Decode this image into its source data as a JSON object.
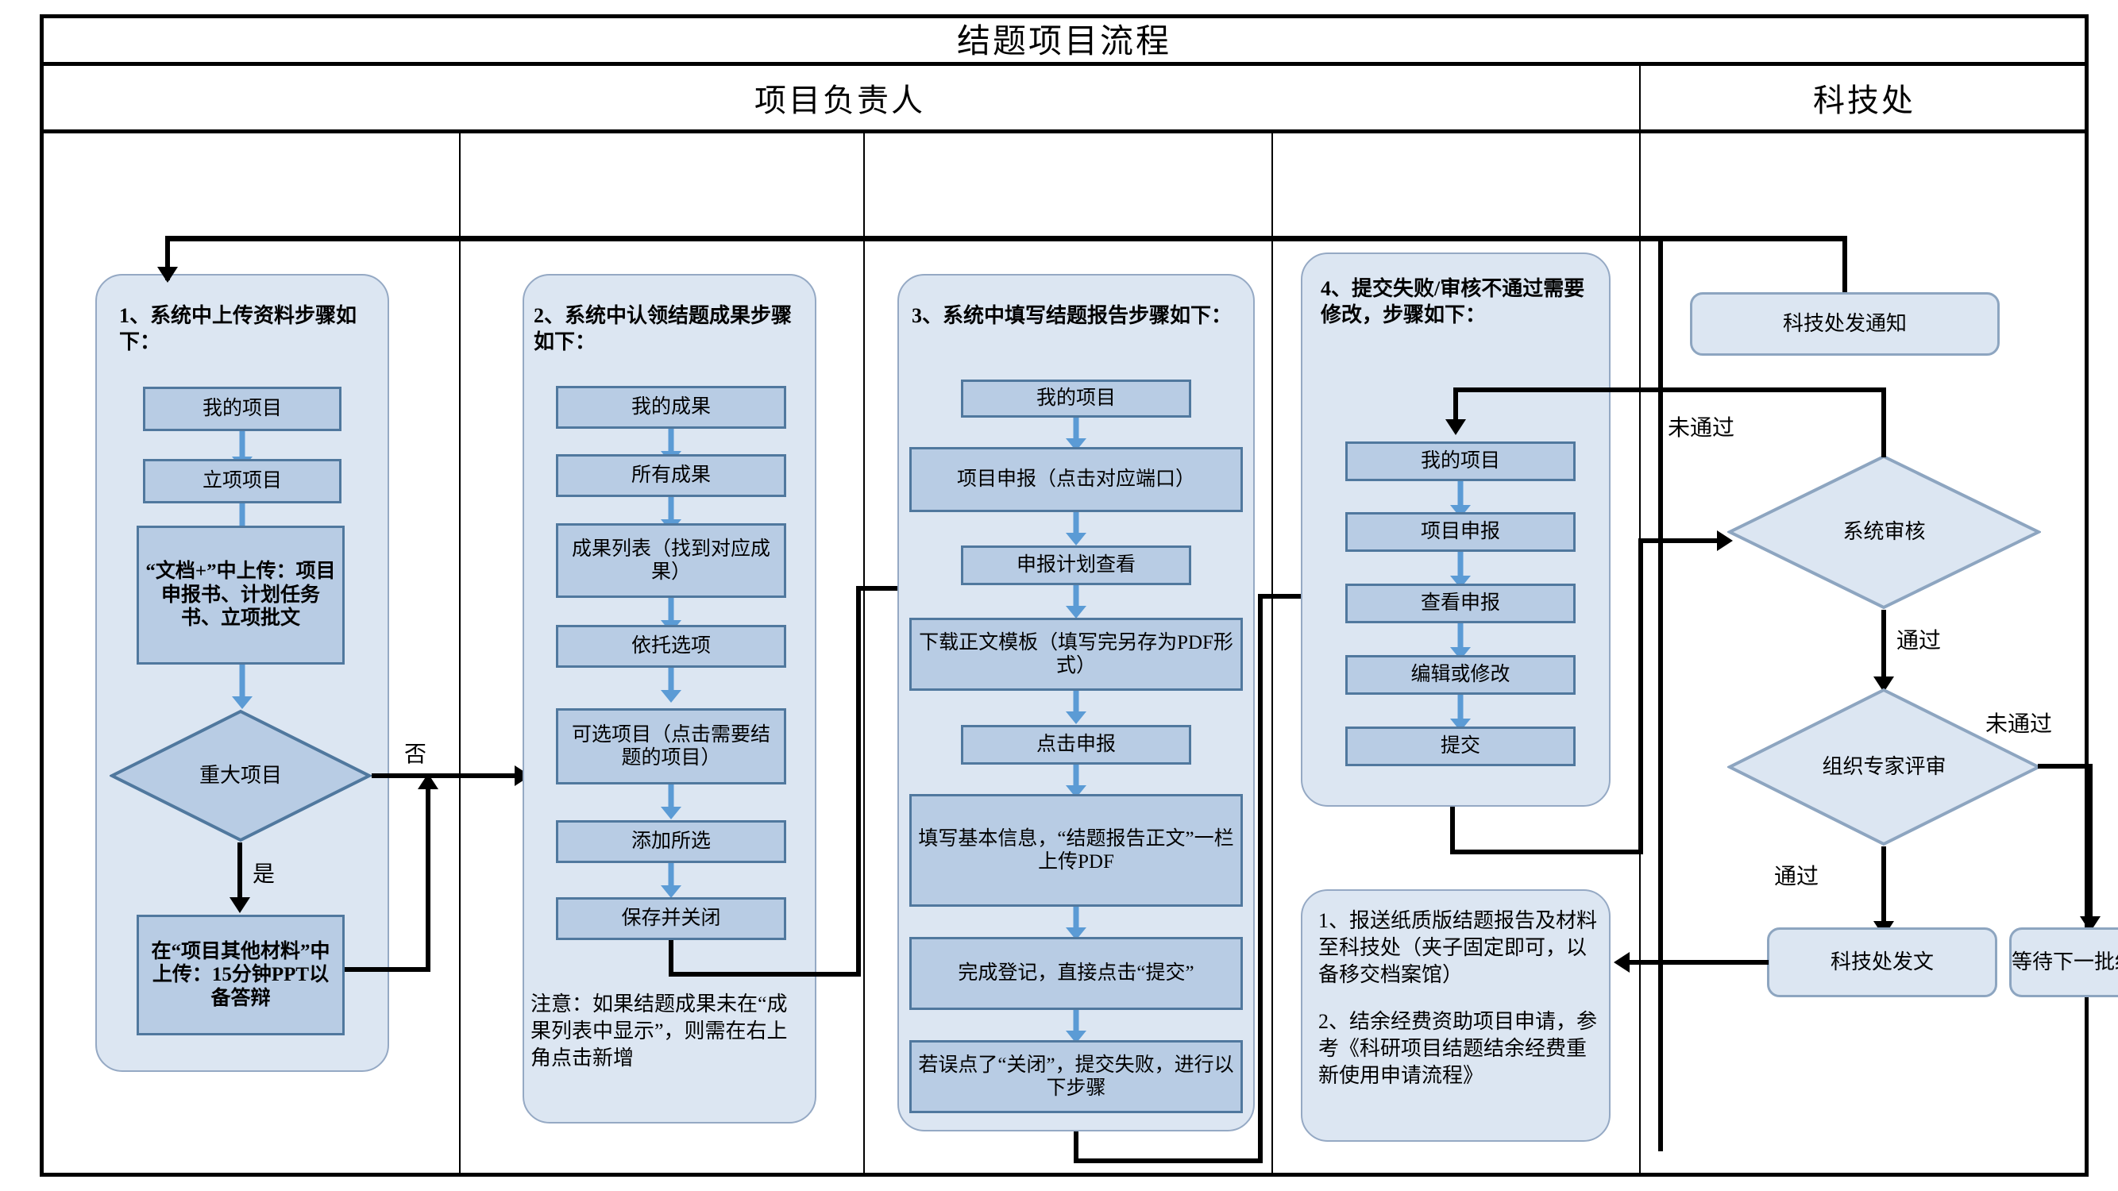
{
  "title": "结题项目流程",
  "lanes": [
    {
      "name": "项目负责人"
    },
    {
      "name": "科技处"
    }
  ],
  "columns": [
    {
      "id": "col1",
      "heading": "1、系统中上传资料步骤如下：",
      "steps": [
        {
          "label": "我的项目"
        },
        {
          "label": "立项项目"
        },
        {
          "label": "“文档+”中上传：项目申报书、计划任务书、立项批文"
        }
      ],
      "decision": {
        "label": "重大项目",
        "yes": "是",
        "no": "否"
      },
      "yes_step": {
        "label": "在“项目其他材料”中上传：15分钟PPT以备答辩"
      }
    },
    {
      "id": "col2",
      "heading": "2、系统中认领结题成果步骤如下：",
      "steps": [
        {
          "label": "我的成果"
        },
        {
          "label": "所有成果"
        },
        {
          "label": "成果列表（找到对应成果）"
        },
        {
          "label": "依托选项"
        },
        {
          "label": "可选项目（点击需要结题的项目）"
        },
        {
          "label": "添加所选"
        },
        {
          "label": "保存并关闭"
        }
      ],
      "note": "注意：如果结题成果未在“成果列表中显示”，则需在右上角点击新增"
    },
    {
      "id": "col3",
      "heading": "3、系统中填写结题报告步骤如下：",
      "steps": [
        {
          "label": "我的项目"
        },
        {
          "label": "项目申报（点击对应端口）"
        },
        {
          "label": "申报计划查看"
        },
        {
          "label": "下载正文模板（填写完另存为PDF形式）"
        },
        {
          "label": "点击申报"
        },
        {
          "label": "填写基本信息，“结题报告正文”一栏上传PDF"
        },
        {
          "label": "完成登记，直接点击“提交”"
        },
        {
          "label": "若误点了“关闭”，提交失败，进行以下步骤"
        }
      ]
    },
    {
      "id": "col4",
      "heading": "4、提交失败/审核不通过需要修改，步骤如下：",
      "steps": [
        {
          "label": "我的项目"
        },
        {
          "label": "项目申报"
        },
        {
          "label": "查看申报"
        },
        {
          "label": "编辑或修改"
        },
        {
          "label": "提交"
        }
      ],
      "note1": "1、报送纸质版结题报告及材料至科技处（夹子固定即可，以备移交档案馆）",
      "note2": "2、结余经费资助项目申请，参考《科研项目结题结余经费重新使用申请流程》"
    }
  ],
  "right_lane": {
    "notice": "科技处发通知",
    "system_review": "系统审核",
    "expert_review": "组织专家评审",
    "issue_doc": "科技处发文",
    "wait_next": "等待下一批结题申请",
    "labels": {
      "fail_system": "未通过",
      "pass_system": "通过",
      "fail_expert": "未通过",
      "pass_expert": "通过"
    }
  },
  "colors": {
    "box_fill": "#b8cce4",
    "box_border": "#50789e",
    "pool_fill": "#dce6f2",
    "pool_border": "#95a9c4",
    "arrow_blue": "#5b9bd5",
    "line_black": "#000000"
  }
}
